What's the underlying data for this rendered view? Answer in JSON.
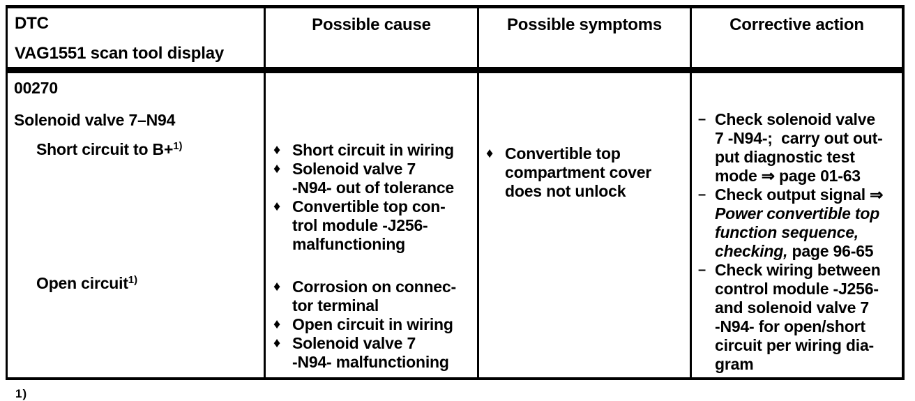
{
  "colors": {
    "ink": "#000000",
    "paper": "#ffffff"
  },
  "table": {
    "headers": {
      "col1_line1": "DTC",
      "col1_line2": "VAG1551 scan tool display",
      "col2": "Possible cause",
      "col3": "Possible symptoms",
      "col4": "Corrective action"
    },
    "dtc": {
      "code": "00270",
      "name": "Solenoid valve 7–N94",
      "conditions": [
        {
          "label": "Short circuit to B+",
          "sup": "1)"
        },
        {
          "label": "Open circuit",
          "sup": "1)"
        }
      ]
    },
    "causes": {
      "bullet": "♦",
      "group1": [
        "Short circuit in wiring",
        "Solenoid valve 7\n-N94- out of tolerance",
        "Convertible top con-\ntrol module -J256-\nmalfunctioning"
      ],
      "group2": [
        "Corrosion on connec-\ntor terminal",
        "Open circuit in wiring",
        "Solenoid valve 7\n-N94- malfunctioning"
      ]
    },
    "symptoms": {
      "bullet": "♦",
      "items": [
        "Convertible top\ncompartment cover\ndoes not unlock"
      ]
    },
    "actions": {
      "dash": "–",
      "items": [
        {
          "text": "Check solenoid valve\n7 -N94-;  carry out out-\nput diagnostic test\nmode ⇒ page 01-63"
        },
        {
          "lead": "Check output signal ⇒\n",
          "italic": "Power convertible top\nfunction sequence,\nchecking,",
          "tail": " page 96-65"
        },
        {
          "text": "Check wiring between\ncontrol module -J256-\nand solenoid valve 7\n-N94- for open/short\ncircuit per wiring dia-\ngram"
        }
      ]
    }
  },
  "footnote_marker": "1)"
}
